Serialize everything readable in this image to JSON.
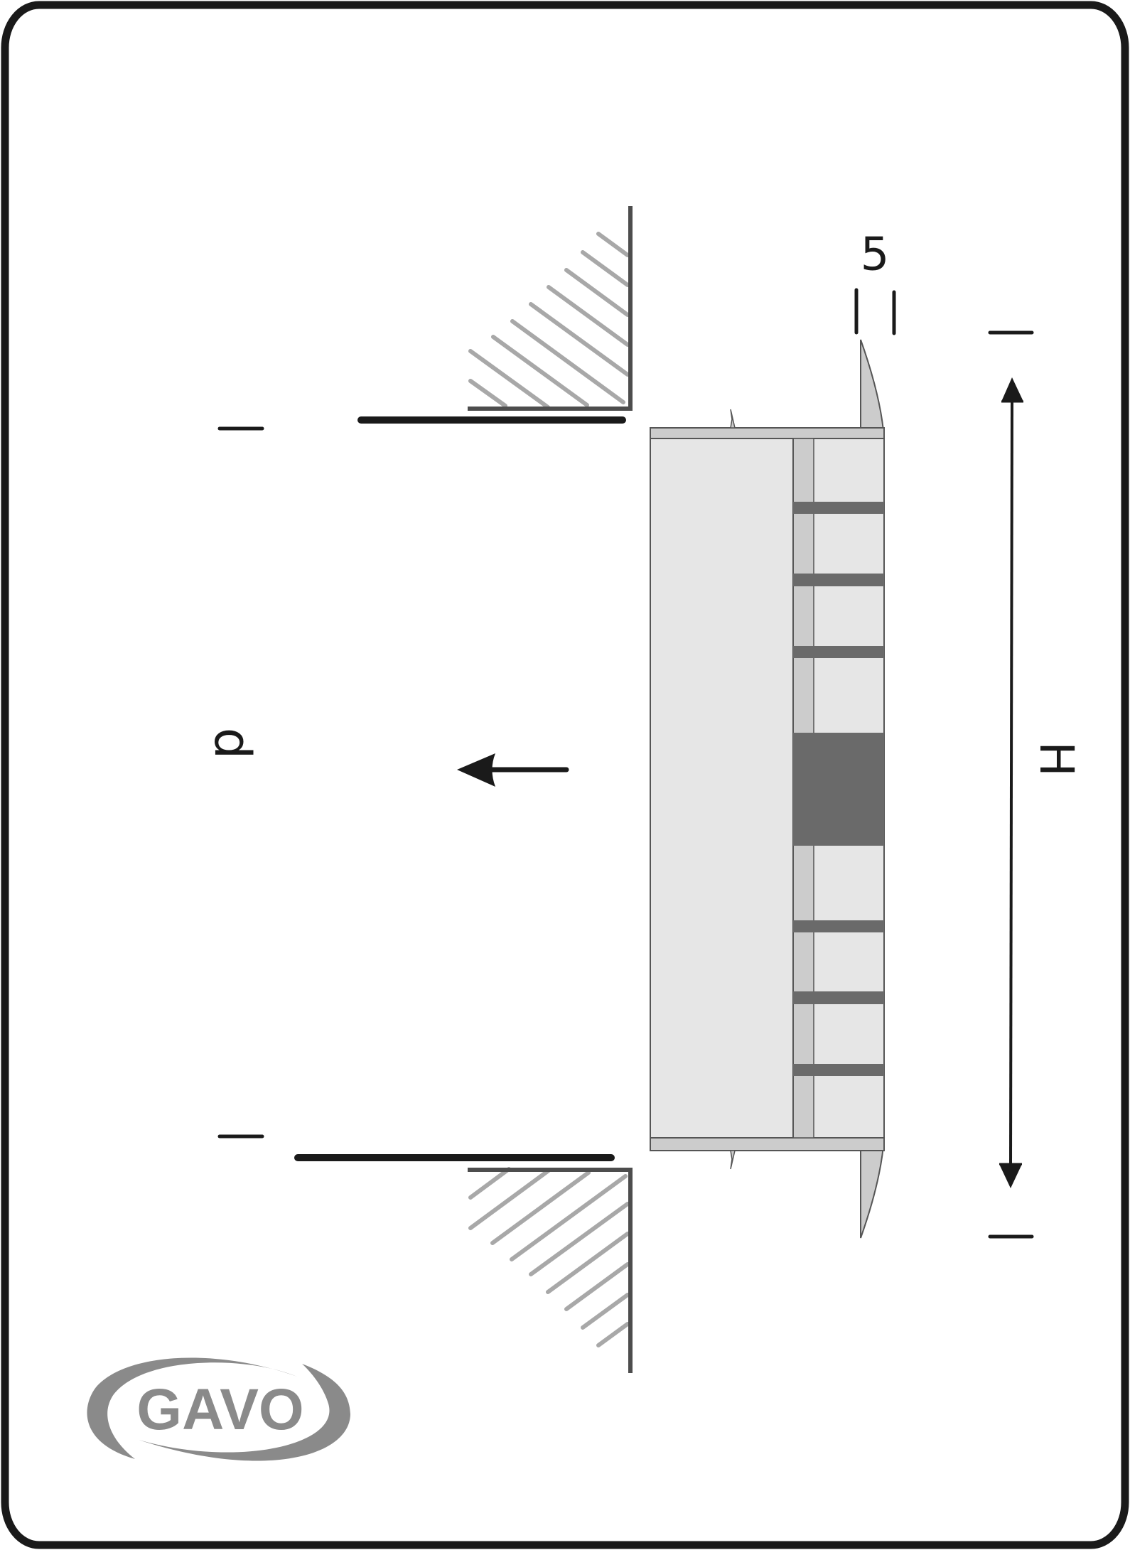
{
  "labels": {
    "depth_symbol": "d",
    "height_symbol": "H",
    "flange_thickness": "5"
  },
  "logo": {
    "brand": "GAVO"
  },
  "colors": {
    "frame": "#1a1a1a",
    "line_dark": "#1a1a1a",
    "wall_edge": "#4d4d4d",
    "hatch": "#a8a8a8",
    "body_fill": "#e6e6e6",
    "flange_fill": "#cccccc",
    "slat_fill": "#6a6a6a",
    "logo": "#8a8a8a"
  },
  "icons": {
    "flow_arrow": "arrow-left-icon",
    "height_arrows": "double-arrow-vertical-icon"
  }
}
